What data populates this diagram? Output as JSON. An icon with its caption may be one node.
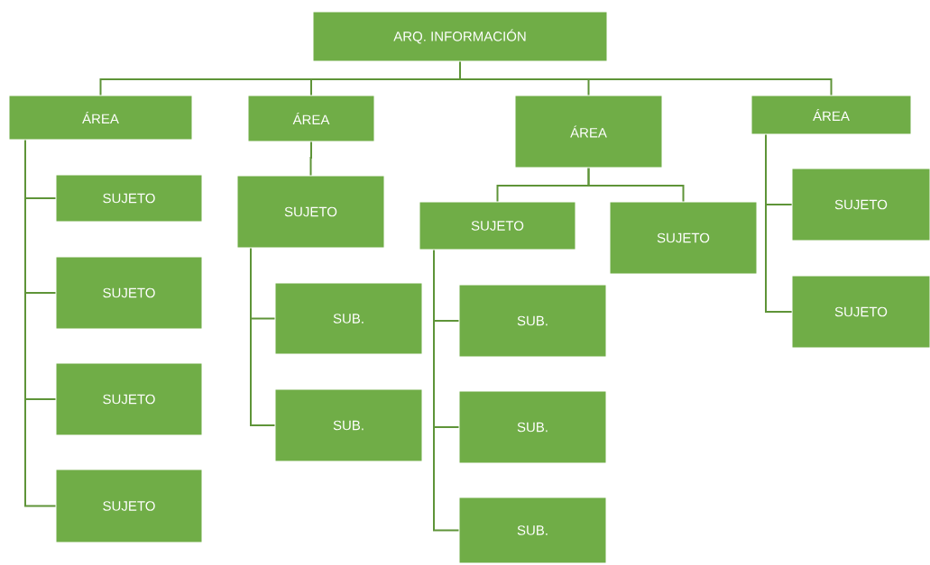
{
  "diagram": {
    "nodes": [
      {
        "text": [
          "ARQ. INFORMACIÓN"
        ]
      },
      {
        "text": [
          "ÁREA"
        ]
      },
      {
        "text": [
          "ÁREA"
        ]
      },
      {
        "text": [
          "ÁREA"
        ]
      },
      {
        "text": [
          "ÁREA"
        ]
      },
      {
        "text": [
          "SUJETO"
        ]
      },
      {
        "text": [
          "SUJETO"
        ]
      },
      {
        "text": [
          "SUJETO"
        ]
      },
      {
        "text": [
          "SUJETO"
        ]
      },
      {
        "text": [
          "SUJETO"
        ]
      },
      {
        "text": [
          "SUB."
        ]
      },
      {
        "text": [
          "SUB."
        ]
      },
      {
        "text": [
          "SUJETO"
        ]
      },
      {
        "text": [
          "SUJETO"
        ]
      },
      {
        "text": [
          "SUB."
        ]
      },
      {
        "text": [
          "SUB."
        ]
      },
      {
        "text": [
          "SUB."
        ]
      },
      {
        "text": [
          "SUJETO"
        ]
      },
      {
        "text": [
          "SUJETO"
        ]
      }
    ],
    "edges": [
      {
        "from": 0,
        "to": 1,
        "arrow": "none"
      },
      {
        "from": 0,
        "to": 2,
        "arrow": "none"
      },
      {
        "from": 0,
        "to": 3,
        "arrow": "none"
      },
      {
        "from": 0,
        "to": 4,
        "arrow": "none"
      },
      {
        "from": 1,
        "to": 5,
        "arrow": "none"
      },
      {
        "from": 1,
        "to": 6,
        "arrow": "none"
      },
      {
        "from": 1,
        "to": 7,
        "arrow": "none"
      },
      {
        "from": 1,
        "to": 8,
        "arrow": "none"
      },
      {
        "from": 2,
        "to": 9,
        "arrow": "none"
      },
      {
        "from": 9,
        "to": 10,
        "arrow": "none"
      },
      {
        "from": 9,
        "to": 11,
        "arrow": "none"
      },
      {
        "from": 3,
        "to": 12,
        "arrow": "none"
      },
      {
        "from": 3,
        "to": 13,
        "arrow": "none"
      },
      {
        "from": 12,
        "to": 14,
        "arrow": "none"
      },
      {
        "from": 12,
        "to": 15,
        "arrow": "none"
      },
      {
        "from": 12,
        "to": 16,
        "arrow": "none"
      },
      {
        "from": 4,
        "to": 17,
        "arrow": "none"
      },
      {
        "from": 4,
        "to": 18,
        "arrow": "none"
      }
    ]
  }
}
